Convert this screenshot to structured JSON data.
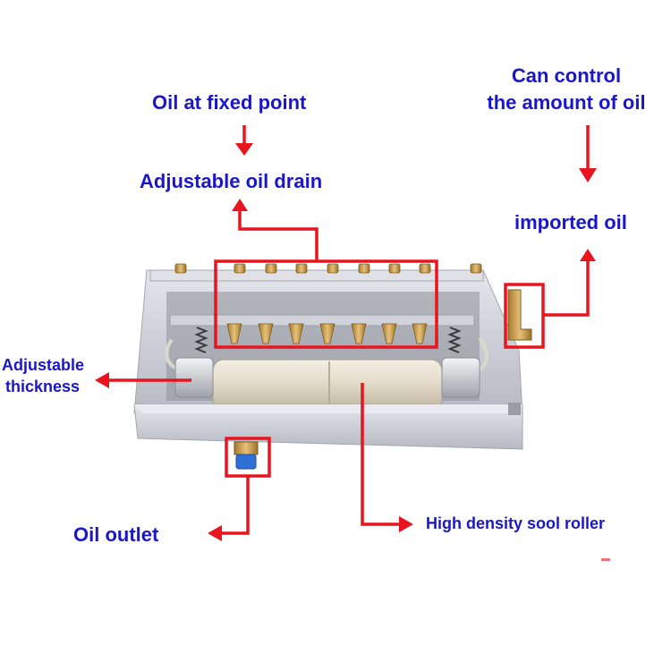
{
  "labels": {
    "oil_fixed_point": "Oil at fixed point",
    "adjustable_oil_drain": "Adjustable oil drain",
    "can_control_line1": "Can control",
    "can_control_line2": "the amount of oil",
    "imported_oil": "imported oil",
    "adjustable": "Adjustable",
    "thickness": "thickness",
    "oil_outlet": "Oil outlet",
    "high_density_roller": "High density sool roller"
  },
  "colors": {
    "label_text": "#1a17c9",
    "callout_red": "#e8141e",
    "housing_aluminum": "#c7c9d2",
    "brass": "#c89a45",
    "roller_felt": "#e4dccb"
  }
}
